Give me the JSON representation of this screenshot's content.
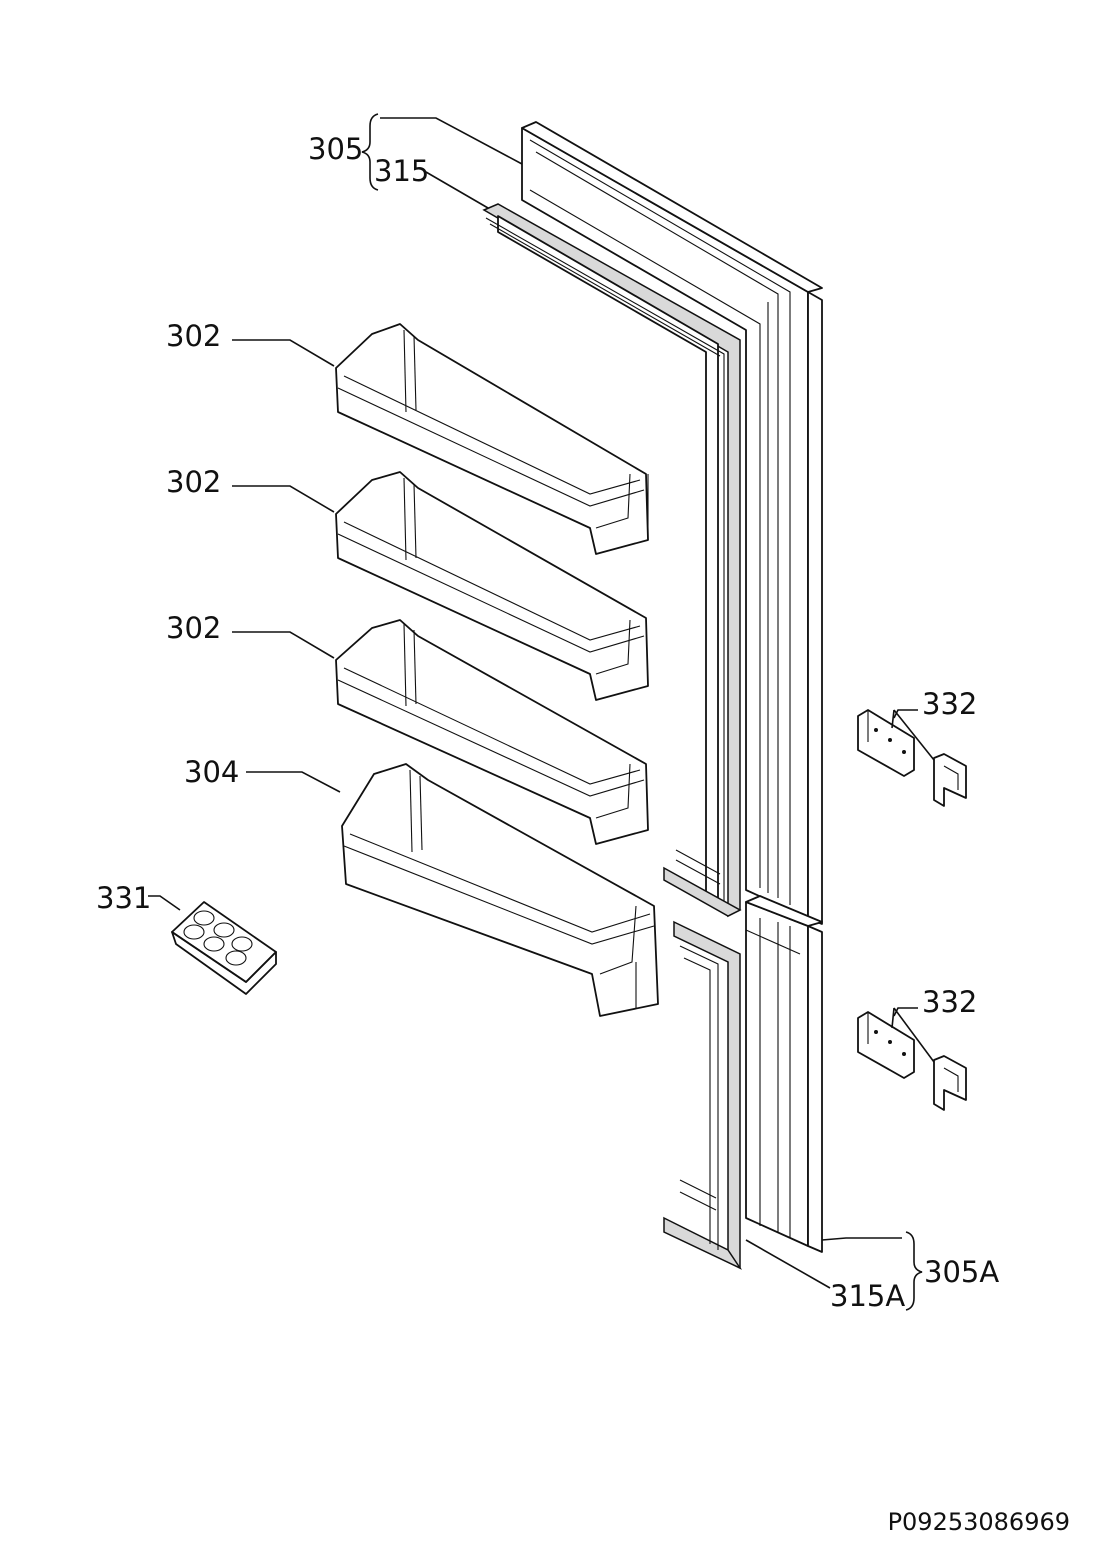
{
  "labels": {
    "door_upper": "305",
    "gasket_upper": "315",
    "shelf_1": "302",
    "shelf_2": "302",
    "shelf_3": "302",
    "shelf_bottom": "304",
    "egg_tray": "331",
    "hinge_upper": "332",
    "hinge_lower": "332",
    "door_lower": "305A",
    "gasket_lower": "315A"
  },
  "footer": {
    "code": "P09253086969"
  }
}
